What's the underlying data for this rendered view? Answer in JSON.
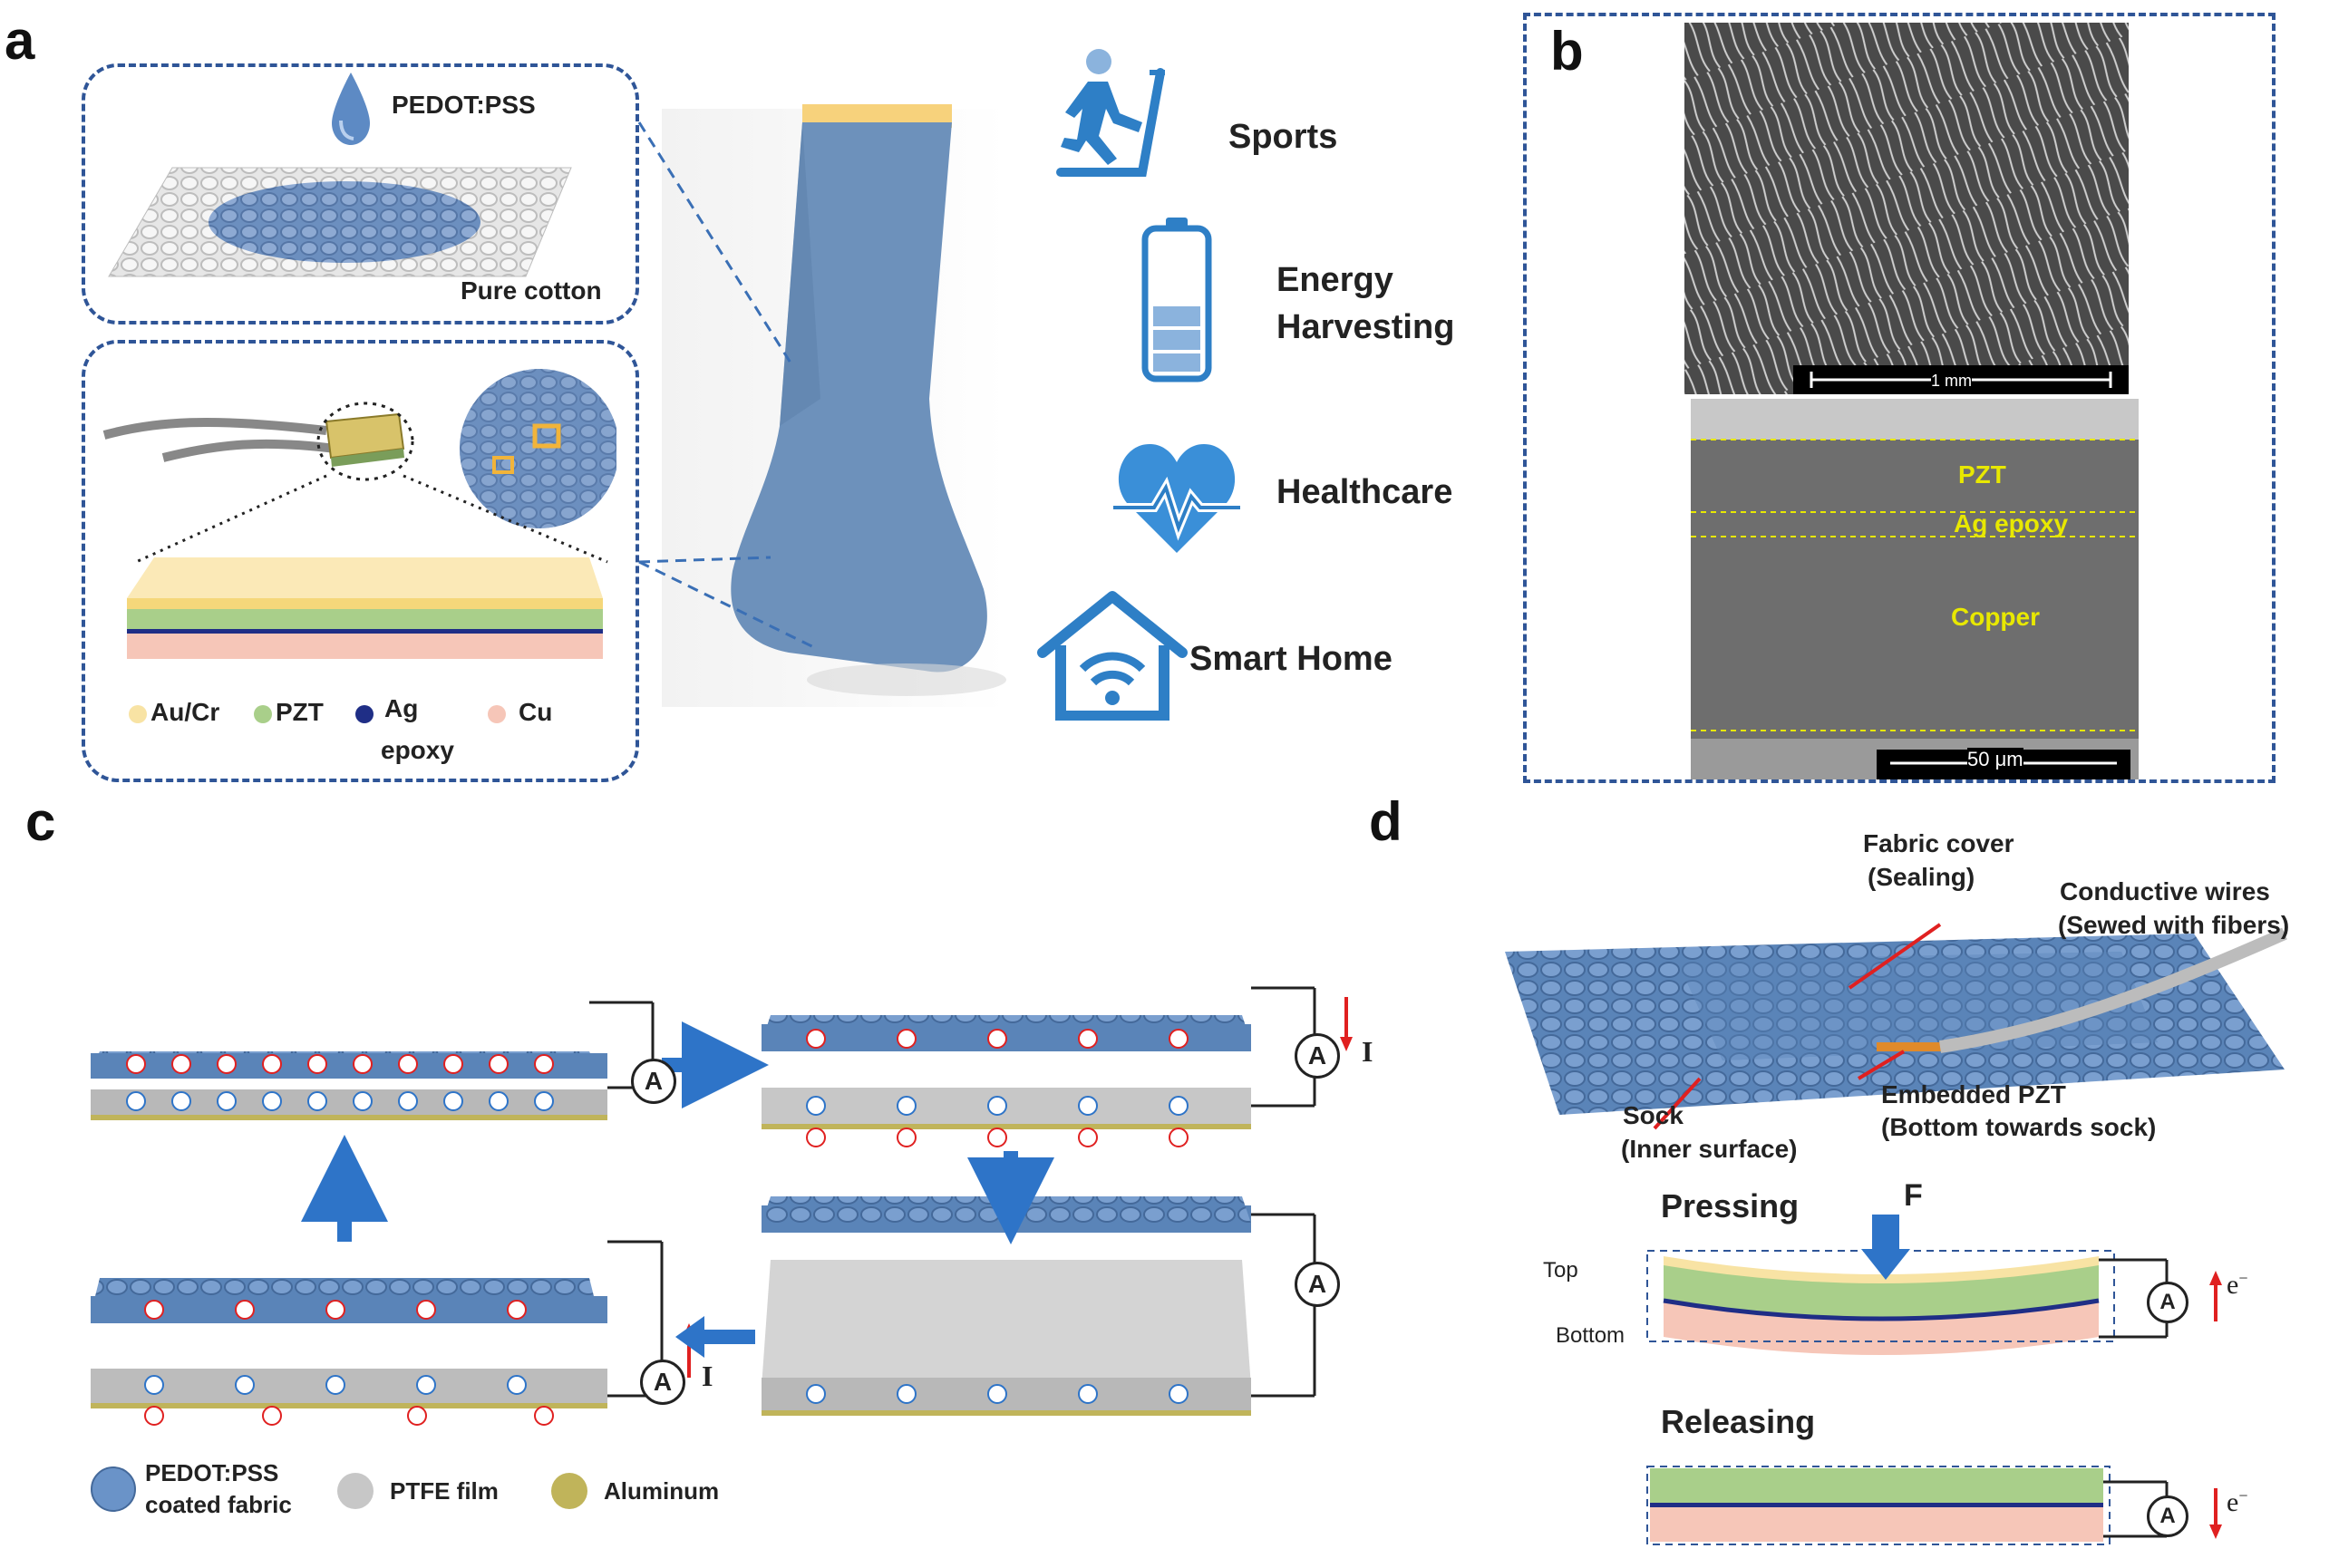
{
  "panels": {
    "a": "a",
    "b": "b",
    "c": "c",
    "d": "d"
  },
  "panel_a": {
    "droplet_label": "PEDOT:PSS",
    "fabric_label": "Pure cotton",
    "legend": {
      "au_cr": "Au/Cr",
      "pzt": "PZT",
      "ag_line1": "Ag",
      "ag_line2": "epoxy",
      "cu": "Cu"
    },
    "applications": {
      "sports": "Sports",
      "energy_line1": "Energy",
      "energy_line2": "Harvesting",
      "healthcare": "Healthcare",
      "smart_home": "Smart Home"
    },
    "colors": {
      "au_cr": "#f8e3a4",
      "pzt": "#a9cf8a",
      "ag_epoxy": "#1f2e86",
      "cu": "#f6c6b8",
      "icon_blue": "#2e7fc6",
      "sock_blue": "#6d91bb"
    }
  },
  "panel_b": {
    "scale_top": "1 mm",
    "scale_bottom": "50 μm",
    "layer_pzt": "PZT",
    "layer_ag": "Ag epoxy",
    "layer_cu": "Copper"
  },
  "panel_c": {
    "ammeter": "A",
    "current": "I",
    "legend": {
      "fabric_line1": "PEDOT:PSS",
      "fabric_line2": "coated fabric",
      "ptfe": "PTFE film",
      "aluminum": "Aluminum"
    },
    "colors": {
      "fabric": "#5a84b8",
      "ptfe": "#b8b8b8",
      "aluminum": "#c0b45a",
      "arrow": "#2e74c8"
    }
  },
  "panel_d": {
    "fabric_cover_line1": "Fabric cover",
    "fabric_cover_line2": "(Sealing)",
    "wires_line1": "Conductive wires",
    "wires_line2": "(Sewed with fibers)",
    "sock_line1": "Sock",
    "sock_line2": "(Inner surface)",
    "pzt_line1": "Embedded PZT",
    "pzt_line2": "(Bottom towards sock)",
    "pressing": "Pressing",
    "force": "F",
    "top": "Top",
    "bottom": "Bottom",
    "releasing": "Releasing",
    "ammeter": "A",
    "electron": "e"
  }
}
